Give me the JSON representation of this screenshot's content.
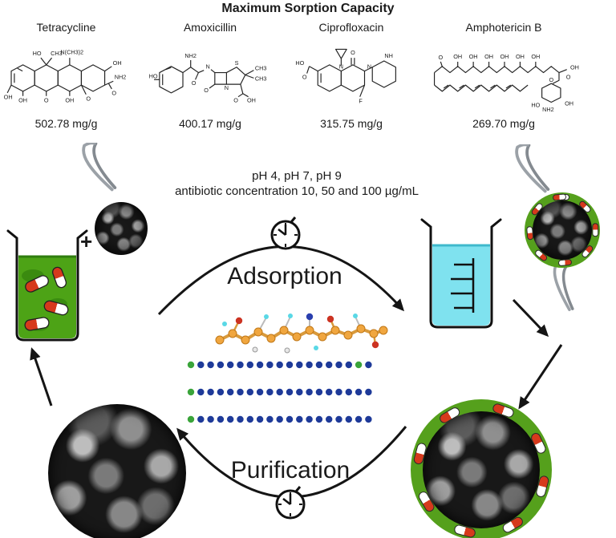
{
  "title": "Maximum Sorption Capacity",
  "antibiotics": [
    {
      "name": "Tetracycline",
      "capacity": "502.78 mg/g",
      "labels": [
        "HO",
        "CH3",
        "N(CH3)2",
        "OH",
        "OH",
        "OH",
        "O",
        "OH",
        "O",
        "NH2",
        "O"
      ]
    },
    {
      "name": "Amoxicillin",
      "capacity": "400.17 mg/g",
      "labels": [
        "HO",
        "NH2",
        "N",
        "O",
        "O",
        "S",
        "CH3",
        "CH3",
        "N",
        "O",
        "OH"
      ]
    },
    {
      "name": "Ciprofloxacin",
      "capacity": "315.75 mg/g",
      "labels": [
        "HO",
        "O",
        "O",
        "N",
        "F",
        "N",
        "NH"
      ]
    },
    {
      "name": "Amphotericin B",
      "capacity": "269.70 mg/g",
      "labels": [
        "O",
        "OH",
        "OH",
        "OH",
        "OH",
        "OH",
        "OH",
        "O",
        "HO",
        "NH2",
        "OH",
        "OH",
        "O"
      ]
    }
  ],
  "conditions": {
    "line1": "pH 4, pH 7, pH 9",
    "line2": "antibiotic concentration 10, 50 and 100 µg/mL"
  },
  "cycle": {
    "top_label": "Adsorption",
    "bottom_label": "Purification"
  },
  "plus_sign": "+",
  "colors": {
    "particle_green": "#55a01c",
    "liquid_green": "#4da316",
    "liquid_cyan": "#7fe2ef",
    "capsule_red": "#d6391c",
    "layer_dot_blue": "#1e3a99",
    "layer_dot_green": "#3aa43a",
    "arrow_black": "#151515"
  }
}
